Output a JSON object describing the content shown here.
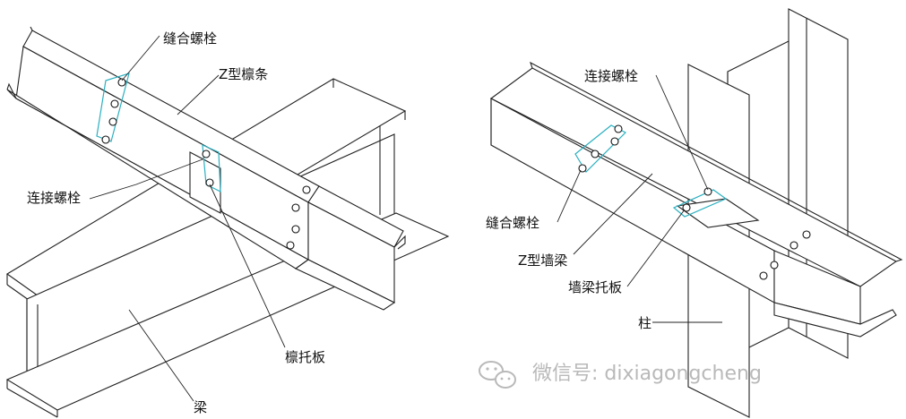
{
  "left_diagram": {
    "label_splice_bolt": "缝合螺栓",
    "label_z_purlin": "Z型檩条",
    "label_connection_bolt": "连接螺栓",
    "label_purlin_bracket": "檩托板",
    "label_beam": "梁"
  },
  "right_diagram": {
    "label_connection_bolt": "连接螺栓",
    "label_splice_bolt": "缝合螺栓",
    "label_z_girt": "Z型墙梁",
    "label_girt_bracket": "墙梁托板",
    "label_column": "柱"
  },
  "watermark": {
    "icon": "wechat-icon",
    "text": "微信号: dixiagongcheng"
  },
  "colors": {
    "line": "#222222",
    "plate_highlight": "#2bb0c0",
    "watermark": "#b9b9b9"
  }
}
